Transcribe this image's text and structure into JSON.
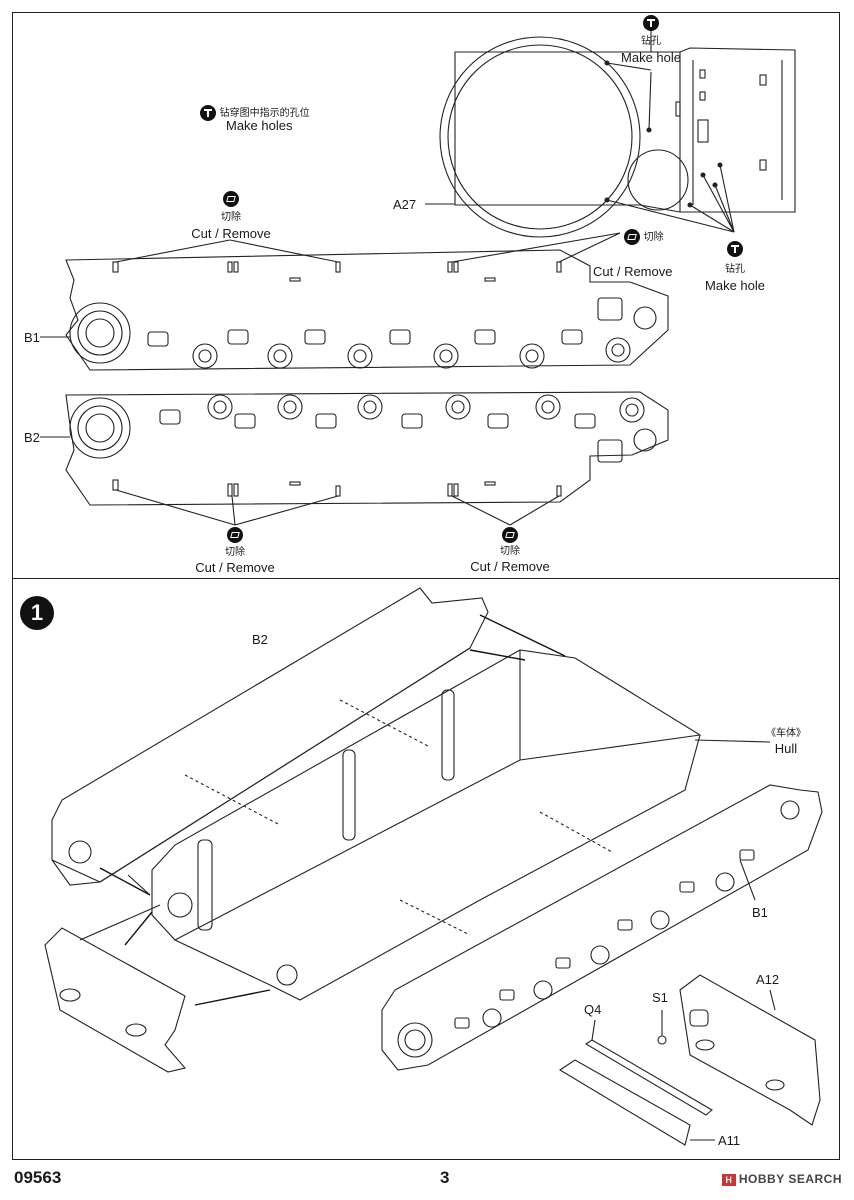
{
  "panel_a": {
    "instruction_zh": "钻穿图中指示的孔位",
    "instruction_en": "Make holes",
    "drill_top": {
      "zh": "钻孔",
      "en": "Make hole"
    },
    "drill_right": {
      "zh": "钻孔",
      "en": "Make hole"
    },
    "cut_top": {
      "zh": "切除",
      "en": "Cut / Remove"
    },
    "cut_right": {
      "zh": "切除",
      "en": "Cut / Remove"
    },
    "cut_bottom_left": {
      "zh": "切除",
      "en": "Cut / Remove"
    },
    "cut_bottom_right": {
      "zh": "切除",
      "en": "Cut / Remove"
    },
    "parts": {
      "a27": "A27",
      "b1": "B1",
      "b2": "B2"
    }
  },
  "step": {
    "number": "1",
    "parts": {
      "b2": "B2",
      "b1": "B1",
      "hull_zh": "《车体》",
      "hull_en": "Hull",
      "a12": "A12",
      "s1": "S1",
      "q4": "Q4",
      "a11": "A11"
    }
  },
  "footer": {
    "kit_number": "09563",
    "page_number": "3",
    "watermark": "HOBBY SEARCH"
  },
  "icons": [
    "drill-symbol-icon",
    "cut-symbol-icon",
    "step-number-badge"
  ],
  "colors": {
    "ink": "#1a1a1a",
    "paper": "#ffffff"
  }
}
